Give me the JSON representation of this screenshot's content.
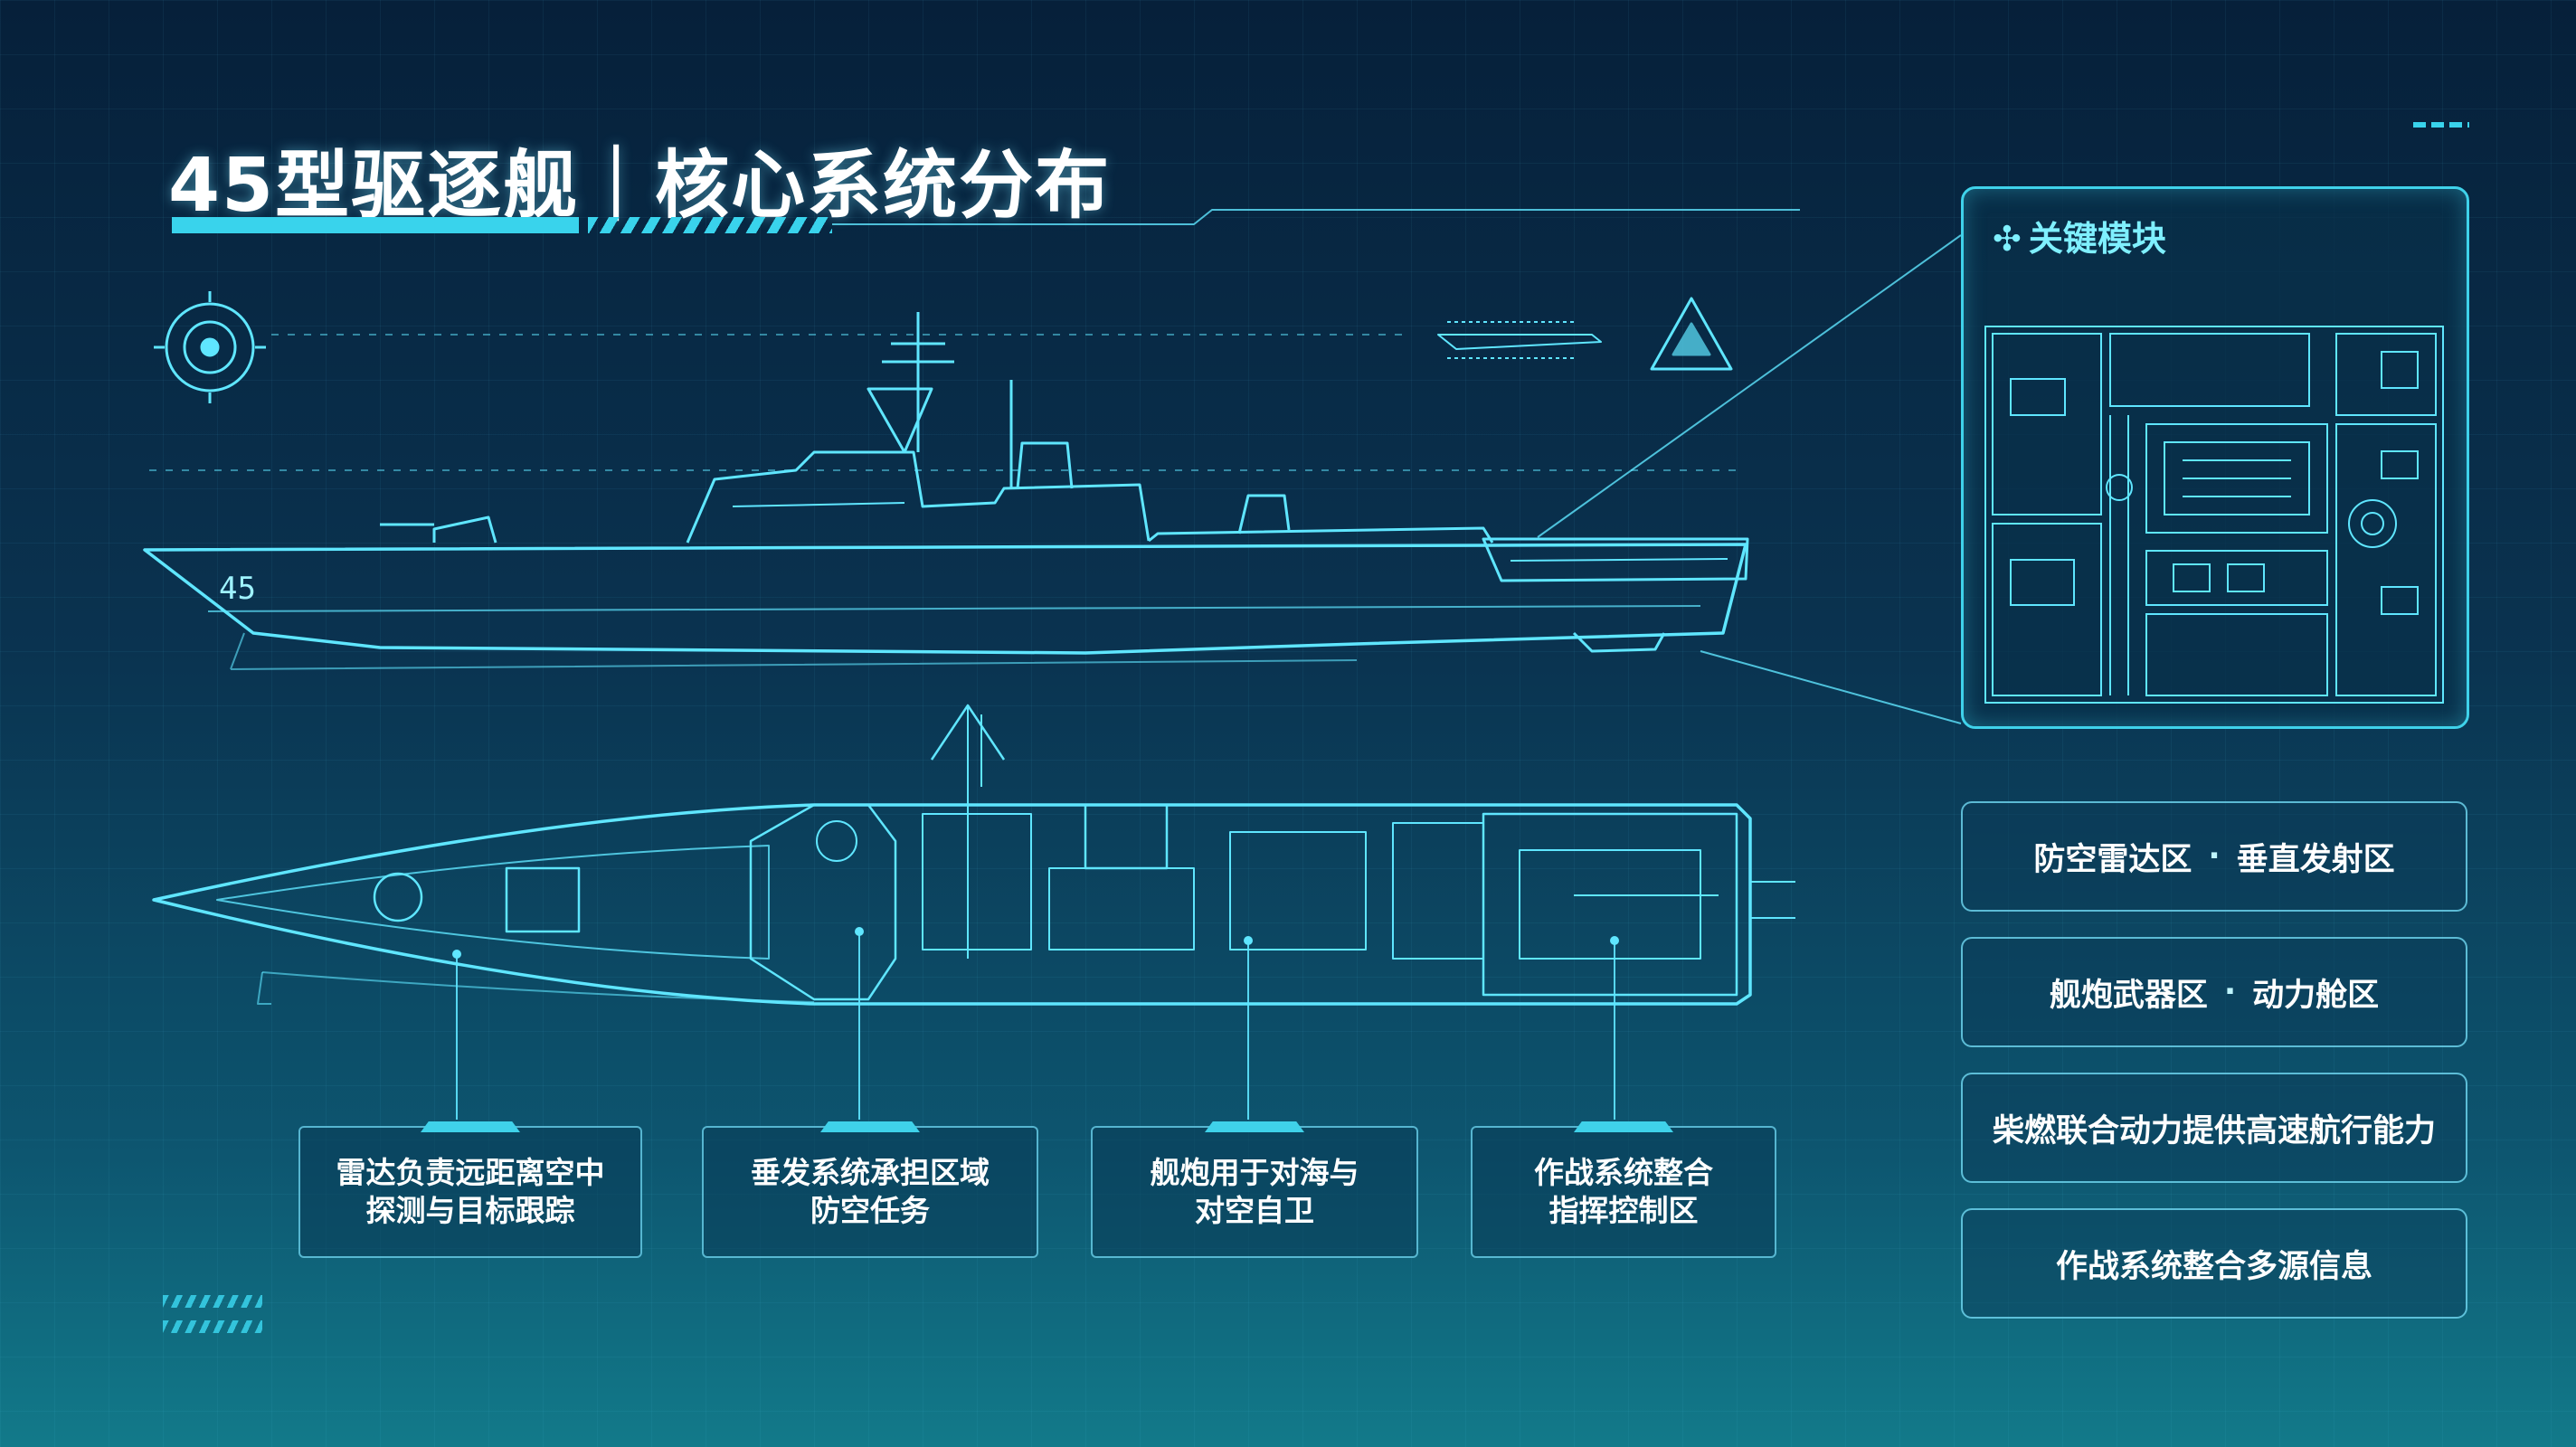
{
  "title": "45型驱逐舰｜核心系统分布",
  "hull_number": "45",
  "inset": {
    "title": "关键模块",
    "icon": "compass-icon"
  },
  "captions": [
    {
      "text": "雷达负责远距离空中\n探测与目标跟踪"
    },
    {
      "text": "垂发系统承担区域\n防空任务"
    },
    {
      "text": "舰炮用于对海与\n对空自卫"
    },
    {
      "text": "作战系统整合\n指挥控制区"
    }
  ],
  "side_items": [
    {
      "a": "防空雷达区",
      "b": "垂直发射区"
    },
    {
      "a": "舰炮武器区",
      "b": "动力舱区"
    },
    {
      "a": "柴燃联合动力提供高速航行能力",
      "b": ""
    },
    {
      "a": "作战系统整合多源信息",
      "b": ""
    }
  ],
  "colors": {
    "accent": "#3fd2ea",
    "line": "#5fe6ff",
    "text": "#ffffff",
    "bg_top": "#06203a",
    "bg_bottom": "#127a8a"
  }
}
